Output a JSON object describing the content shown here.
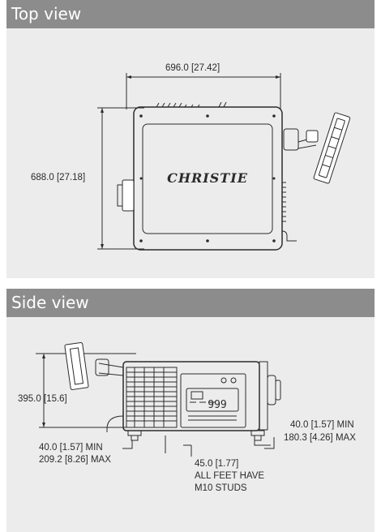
{
  "top": {
    "heading": "Top view",
    "dim_width": "696.0 [27.42]",
    "dim_depth": "688.0 [27.18]",
    "brand": "CHRISTIE"
  },
  "side": {
    "heading": "Side view",
    "dim_height": "395.0 [15.6]",
    "left_foot_min": "40.0 [1.57] MIN",
    "left_foot_max": "209.2 [8.26] MAX",
    "right_foot_min": "40.0 [1.57] MIN",
    "right_foot_max": "180.3 [4.26] MAX",
    "foot_spacing": "45.0 [1.77]",
    "note_line1": "ALL FEET HAVE",
    "note_line2": "M10 STUDS",
    "display_readout": "999"
  },
  "colors": {
    "header": "#8c8c8c",
    "panel": "#ececec",
    "line": "#2b2b2b"
  }
}
